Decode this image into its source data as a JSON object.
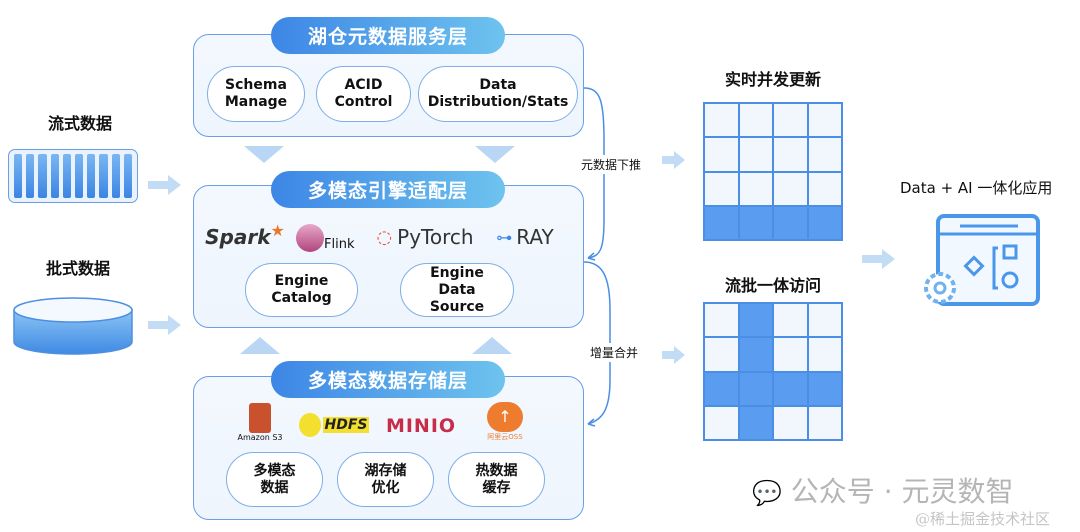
{
  "inputs": {
    "stream_label": "流式数据",
    "batch_label": "批式数据"
  },
  "layers": {
    "metadata": {
      "title": "湖仓元数据服务层",
      "items": [
        "Schema\nManage",
        "ACID\nControl",
        "Data\nDistribution/Stats"
      ]
    },
    "engine": {
      "title": "多模态引擎适配层",
      "logos": [
        "Spark",
        "Flink",
        "PyTorch",
        "RAY"
      ],
      "items": [
        "Engine\nCatalog",
        "Engine\nData\nSource"
      ]
    },
    "storage": {
      "title": "多模态数据存储层",
      "logos": [
        "Amazon S3",
        "HDFS",
        "MINIO",
        "阿里云OSS"
      ],
      "items": [
        "多模态\n数据",
        "湖存储\n优化",
        "热数据\n缓存"
      ]
    }
  },
  "flows": {
    "pushdown": "元数据下推",
    "merge": "增量合并"
  },
  "outputs": {
    "realtime": "实时并发更新",
    "unified": "流批一体访问",
    "app": "Data + AI 一体化应用"
  },
  "watermark": {
    "account": "公众号 · 元灵数智",
    "site": "@稀土掘金技术社区"
  },
  "colors": {
    "accent": "#3d86e6",
    "highlight": "#5a9cf0",
    "border": "#6a9ee6"
  }
}
